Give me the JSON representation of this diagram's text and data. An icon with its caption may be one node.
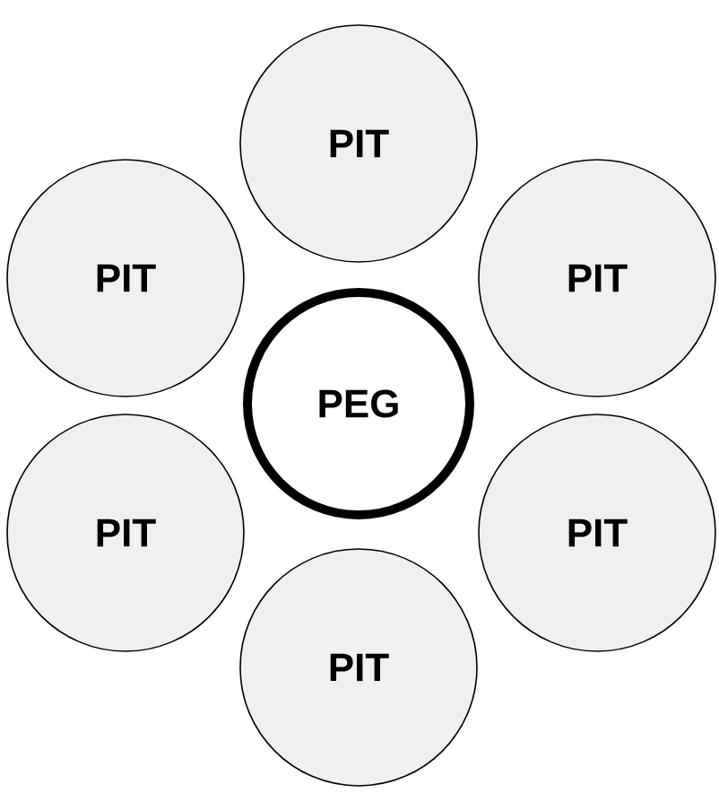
{
  "diagram": {
    "nodes": [
      {
        "text": [
          "PIT"
        ]
      },
      {
        "text": [
          "PIT"
        ]
      },
      {
        "text": [
          "PIT"
        ]
      },
      {
        "text": [
          "PEG"
        ]
      },
      {
        "text": [
          "PIT"
        ]
      },
      {
        "text": [
          "PIT"
        ]
      },
      {
        "text": [
          "PIT"
        ]
      }
    ]
  }
}
